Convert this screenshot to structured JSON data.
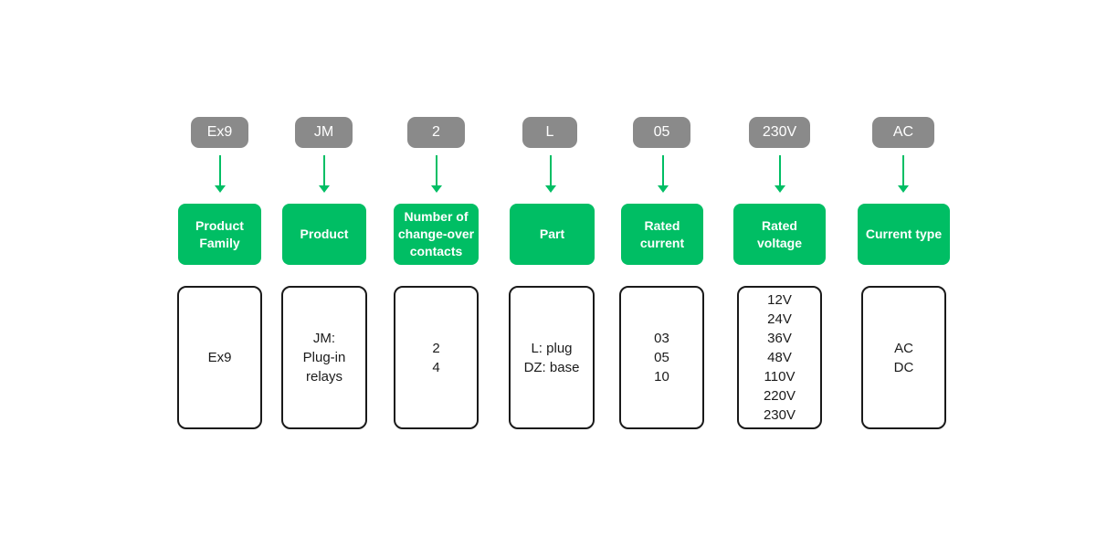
{
  "columns": [
    {
      "code": "Ex9",
      "field": "Product\nFamily",
      "options": [
        "Ex9"
      ]
    },
    {
      "code": "JM",
      "field": "Product",
      "options": [
        "JM:",
        "Plug-in",
        "relays"
      ]
    },
    {
      "code": "2",
      "field": "Number of\nchange-over\ncontacts",
      "options": [
        "2",
        "4"
      ]
    },
    {
      "code": "L",
      "field": "Part",
      "options": [
        "L: plug",
        "DZ: base"
      ]
    },
    {
      "code": "05",
      "field": "Rated\ncurrent",
      "options": [
        "03",
        "05",
        "10"
      ]
    },
    {
      "code": "230V",
      "field": "Rated\nvoltage",
      "options": [
        "12V",
        "24V",
        "36V",
        "48V",
        "110V",
        "220V",
        "230V"
      ]
    },
    {
      "code": "AC",
      "field": "Current type",
      "options": [
        "AC",
        "DC"
      ]
    }
  ],
  "colors": {
    "code_bg": "#8a8a8a",
    "field_bg": "#00be64",
    "arrow": "#00be64",
    "box_border": "#1a1a1a"
  }
}
